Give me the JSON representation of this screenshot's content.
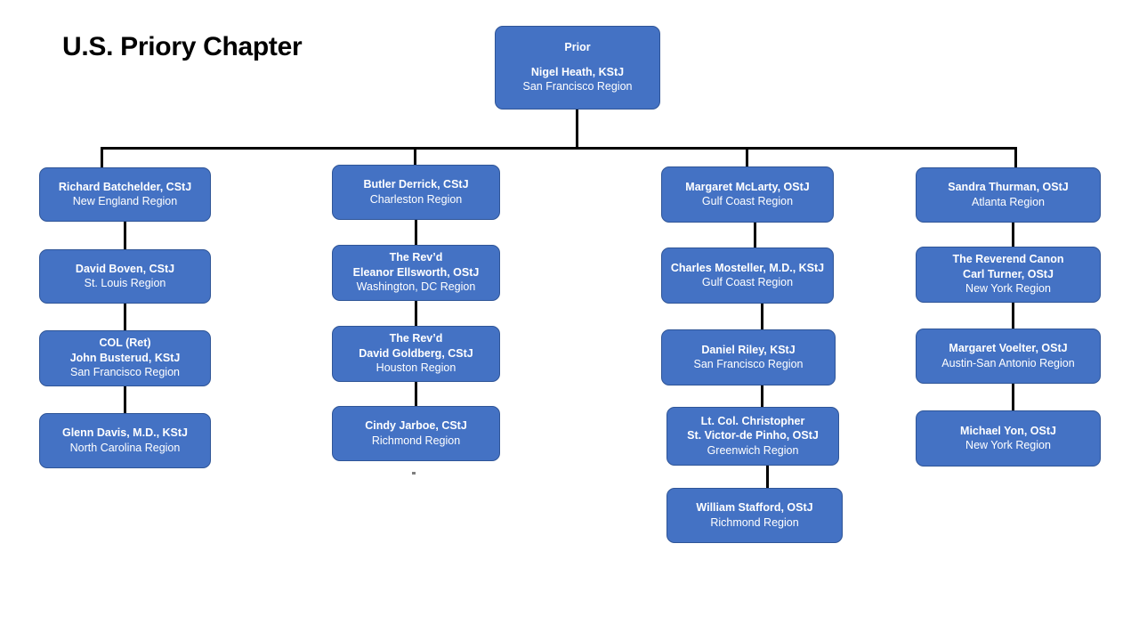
{
  "title": "U.S. Priory Chapter",
  "colors": {
    "node_fill": "#4472C4",
    "node_border": "#2F5597",
    "connector": "#000000",
    "title_text": "#000000",
    "node_text": "#FFFFFF"
  },
  "root": {
    "role": "Prior",
    "name": "Nigel Heath, KStJ",
    "region": "San Francisco Region"
  },
  "columns": [
    {
      "id": "column-1",
      "nodes": [
        {
          "role": "",
          "name": "Richard Batchelder, CStJ",
          "region": "New England Region"
        },
        {
          "role": "",
          "name": "David Boven, CStJ",
          "region": "St. Louis Region"
        },
        {
          "role": "COL (Ret)",
          "name": "John Busterud, KStJ",
          "region": "San Francisco Region"
        },
        {
          "role": "",
          "name": "Glenn Davis, M.D., KStJ",
          "region": "North Carolina Region"
        }
      ]
    },
    {
      "id": "column-2",
      "nodes": [
        {
          "role": "",
          "name": "Butler Derrick, CStJ",
          "region": "Charleston Region"
        },
        {
          "role": "The Rev’d",
          "name": "Eleanor Ellsworth, OStJ",
          "region": "Washington, DC Region"
        },
        {
          "role": "The Rev’d",
          "name": "David Goldberg, CStJ",
          "region": "Houston Region"
        },
        {
          "role": "",
          "name": "Cindy Jarboe, CStJ",
          "region": "Richmond Region"
        }
      ]
    },
    {
      "id": "column-3",
      "nodes": [
        {
          "role": "",
          "name": "Margaret McLarty, OStJ",
          "region": "Gulf Coast Region"
        },
        {
          "role": "",
          "name": "Charles Mosteller, M.D., KStJ",
          "region": "Gulf Coast Region"
        },
        {
          "role": "",
          "name": "Daniel Riley, KStJ",
          "region": "San Francisco Region"
        },
        {
          "role": "Lt. Col. Christopher",
          "name": "St. Victor-de Pinho, OStJ",
          "region": "Greenwich Region"
        },
        {
          "role": "",
          "name": "William Stafford, OStJ",
          "region": "Richmond Region"
        }
      ]
    },
    {
      "id": "column-4",
      "nodes": [
        {
          "role": "",
          "name": "Sandra Thurman, OStJ",
          "region": "Atlanta Region"
        },
        {
          "role": "The Reverend Canon",
          "name": "Carl Turner, OStJ",
          "region": "New York Region"
        },
        {
          "role": "",
          "name": "Margaret Voelter, OStJ",
          "region": "Austin-San Antonio Region"
        },
        {
          "role": "",
          "name": "Michael Yon, OStJ",
          "region": "New York Region"
        }
      ]
    }
  ]
}
